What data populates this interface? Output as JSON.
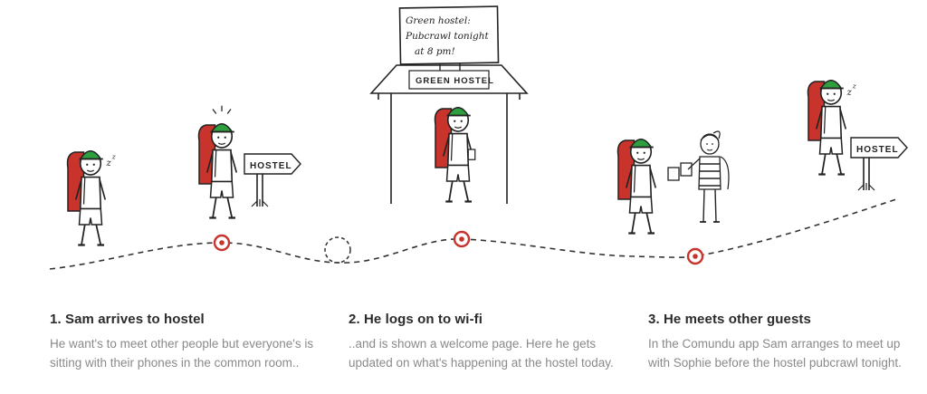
{
  "colors": {
    "ink": "#222222",
    "accent_red": "#c8342c",
    "hat_green": "#2f9e3f",
    "skin": "#ffffff",
    "text_dark": "#2b2b2b",
    "text_muted": "#8a8a8a"
  },
  "illustration": {
    "board_lines": [
      "Green hostel:",
      "Pubcrawl tonight",
      "at 8 pm!"
    ],
    "building_sign": "GREEN HOSTEL",
    "signpost_left": "HOSTEL",
    "signpost_right": "HOSTEL"
  },
  "steps": [
    {
      "title": "1. Sam arrives to hostel",
      "body": "He want's to meet other people but everyone's is sitting with their phones in the common room.."
    },
    {
      "title": "2. He logs on to wi-fi",
      "body": "..and is shown a welcome page. Here he gets updated on what's happening at the hostel today."
    },
    {
      "title": "3. He meets other guests",
      "body": "In the Comundu app Sam arranges to meet up with Sophie before the hostel pubcrawl tonight."
    }
  ]
}
